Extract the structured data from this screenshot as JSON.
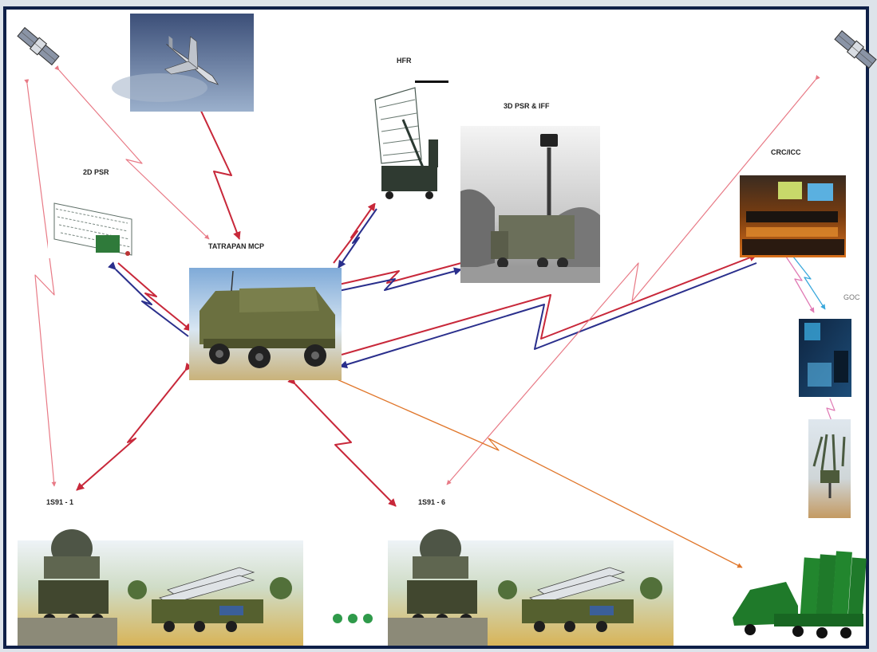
{
  "labels": {
    "hfr": "HFR",
    "psr3d_iff": "3D PSR & IFF",
    "psr2d": "2D PSR",
    "crc": "CRC/ICC",
    "tatrapan": "TATRAPAN MCP",
    "goc": "GOC",
    "s1_1": "1S91 - 1",
    "s1_6": "1S91 - 6"
  },
  "colors": {
    "frame": "#0f2048",
    "red_link": "#c8283a",
    "blue_link": "#2a2f8c",
    "light_red_link": "#e87a86",
    "orange_link": "#e0762a",
    "pink_link": "#e07ab4",
    "cyan_link": "#3aa8dc",
    "green_dots": "#2f9a4a"
  },
  "icons": {
    "satellite_left": "satellite-icon",
    "satellite_right": "satellite-icon",
    "fighter_jet": "fighter-jet-photo",
    "hfr_radar": "height-finder-radar-photo",
    "psr_3d": "3d-radar-truck-photo",
    "psr_2d": "2d-radar-antenna-photo",
    "crc_center": "control-center-photo",
    "tatrapan": "armored-vehicle-photo",
    "goc_room": "operations-room-photo",
    "missile_launcher": "missile-launcher-photo",
    "s300": "s300-launcher-photo",
    "kub_1": "kub-battery-photo",
    "kub_6": "kub-battery-photo",
    "ellipsis": "ellipsis-dots-icon"
  }
}
